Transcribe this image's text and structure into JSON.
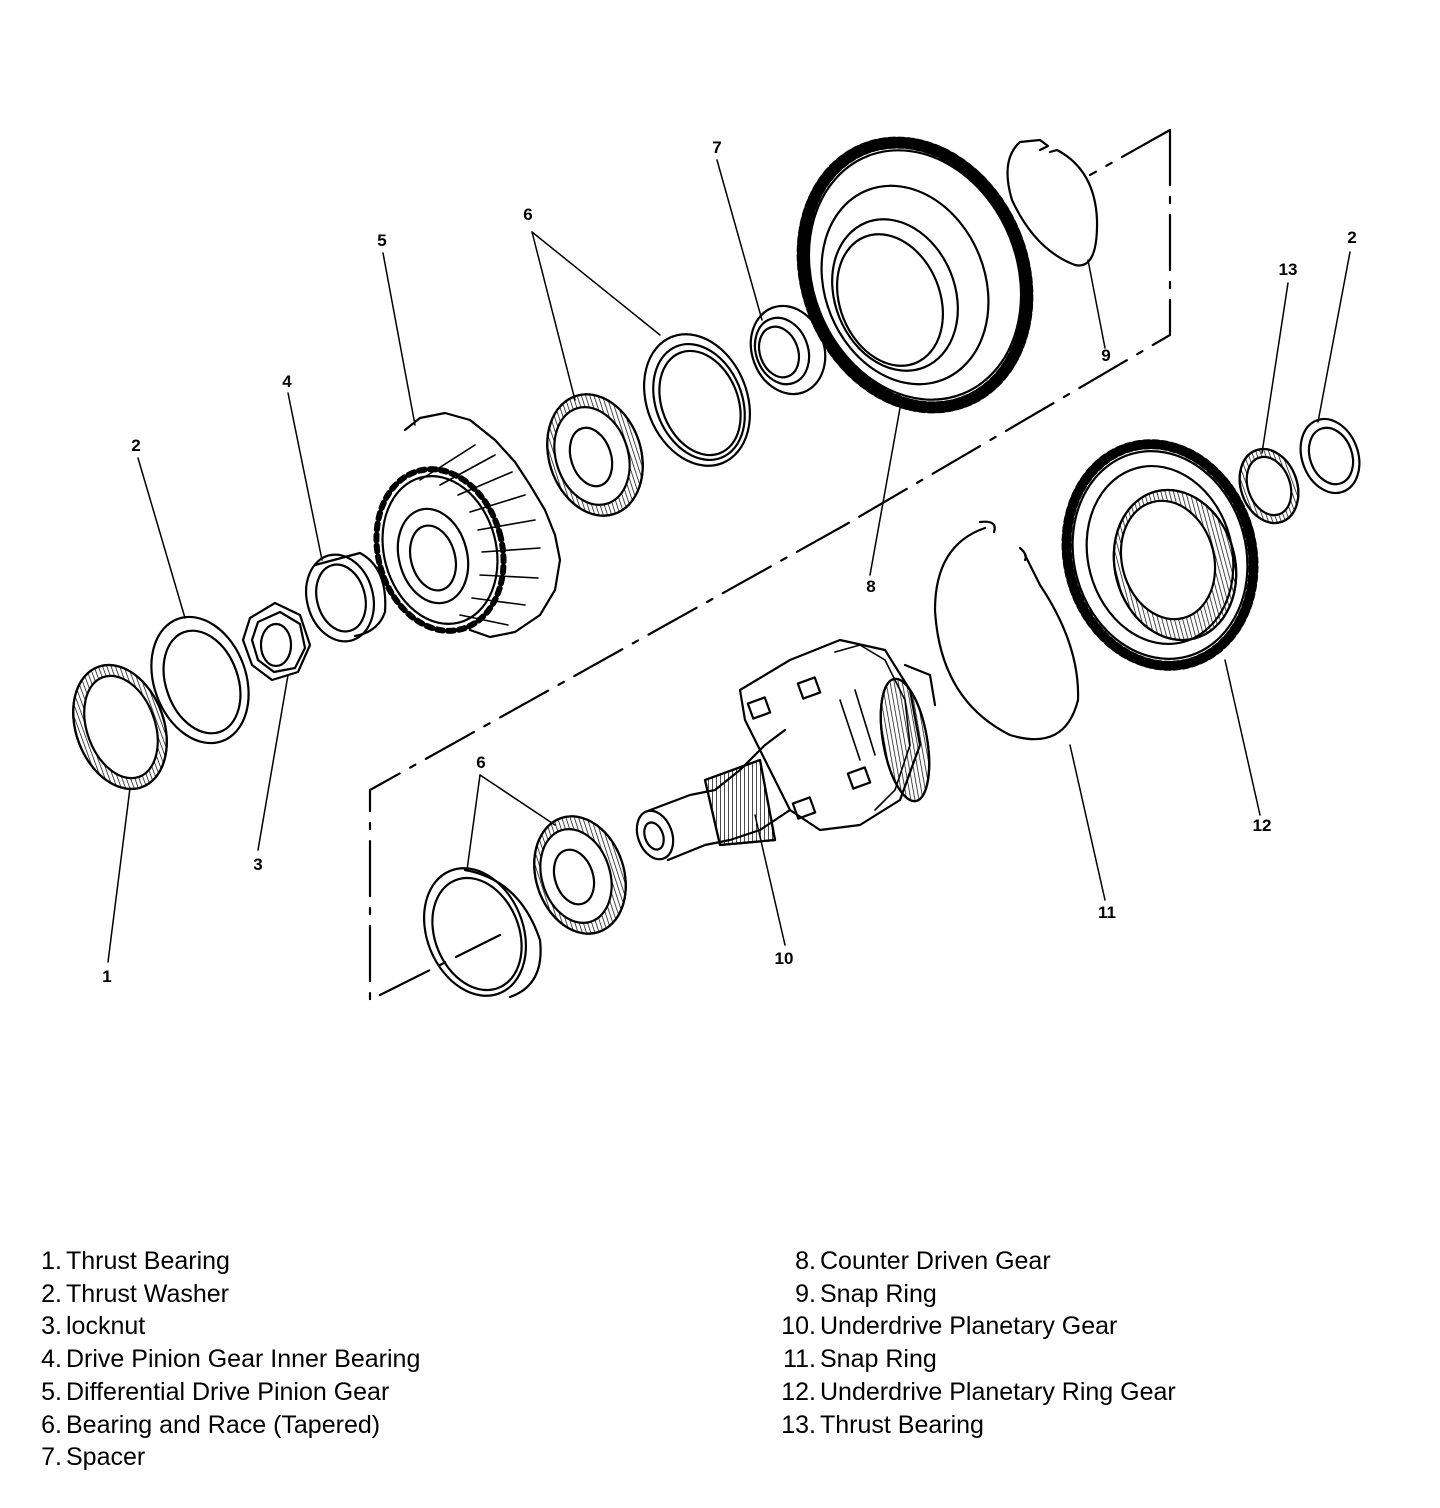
{
  "callouts": [
    "1",
    "2",
    "3",
    "4",
    "5",
    "6",
    "6",
    "7",
    "8",
    "9",
    "10",
    "11",
    "12",
    "13",
    "2"
  ],
  "legend": {
    "left": [
      {
        "num": "1.",
        "label": "Thrust Bearing"
      },
      {
        "num": "2.",
        "label": "Thrust Washer"
      },
      {
        "num": "3.",
        "label": "locknut"
      },
      {
        "num": "4.",
        "label": "Drive Pinion Gear Inner Bearing"
      },
      {
        "num": "5.",
        "label": "Differential Drive Pinion Gear"
      },
      {
        "num": "6.",
        "label": "Bearing and Race (Tapered)"
      },
      {
        "num": "7.",
        "label": "Spacer"
      }
    ],
    "right": [
      {
        "num": "8.",
        "label": "Counter Driven Gear"
      },
      {
        "num": "9.",
        "label": "Snap Ring"
      },
      {
        "num": "10.",
        "label": "Underdrive Planetary Gear"
      },
      {
        "num": "11.",
        "label": "Snap Ring"
      },
      {
        "num": "12.",
        "label": "Underdrive Planetary Ring Gear"
      },
      {
        "num": "13.",
        "label": "Thrust Bearing"
      }
    ]
  }
}
